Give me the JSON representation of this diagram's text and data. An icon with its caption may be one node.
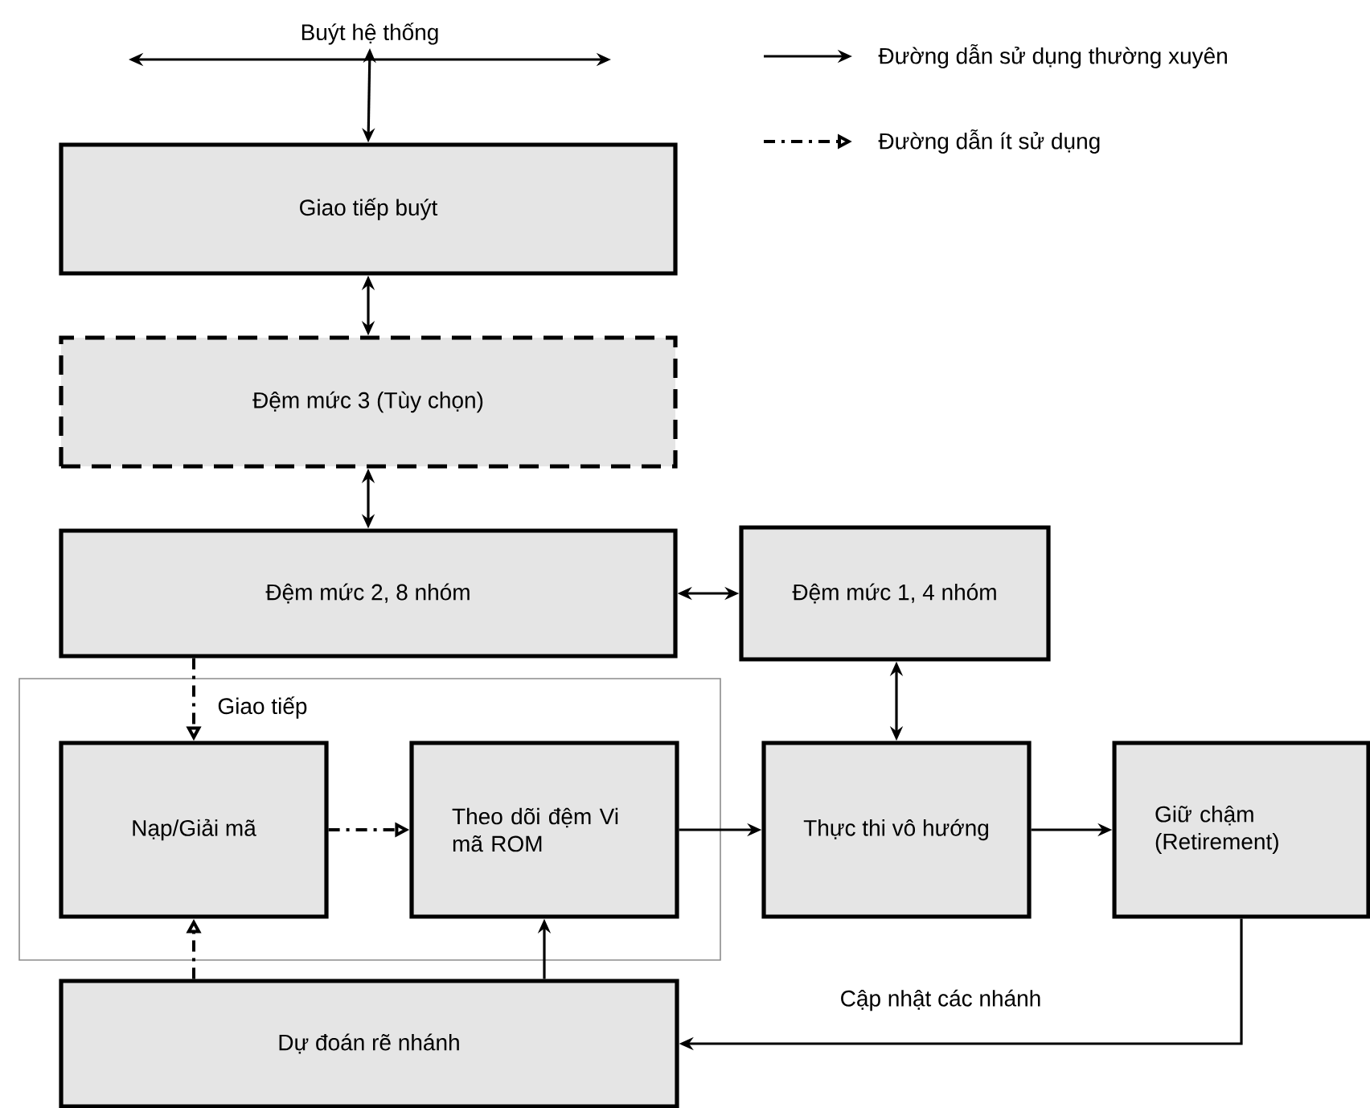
{
  "diagram": {
    "nodes": [
      {
        "text": [
          "Buýt hệ thống"
        ]
      },
      {
        "text": [
          "Giao tiếp buýt"
        ]
      },
      {
        "text": [
          "Đệm mức 3 (Tùy chọn)"
        ]
      },
      {
        "text": [
          "Đệm mức 2, 8 nhóm"
        ]
      },
      {
        "text": [
          "Đệm mức 1, 4 nhóm"
        ]
      },
      {
        "text": [
          "Giao tiếp"
        ]
      },
      {
        "text": [
          "Nạp/Giải mã"
        ],
        "in": 5
      },
      {
        "text": [
          "Theo dõi đệm Vi mã ROM"
        ],
        "in": 5
      },
      {
        "text": [
          "Thực thi vô hướng"
        ]
      },
      {
        "text": [
          "Giữ chậm (Retirement)"
        ]
      },
      {
        "text": [
          "Dự đoán rẽ nhánh"
        ]
      }
    ],
    "edges": [
      {
        "from": 0,
        "to": 1,
        "arrow": "both"
      },
      {
        "from": 1,
        "to": 2,
        "arrow": "both"
      },
      {
        "from": 2,
        "to": 3,
        "arrow": "both"
      },
      {
        "from": 3,
        "to": 4,
        "arrow": "both"
      },
      {
        "from": 3,
        "to": 6,
        "arrow": "to",
        "style": "dashed"
      },
      {
        "from": 6,
        "to": 7,
        "arrow": "to",
        "style": "dashed"
      },
      {
        "from": 4,
        "to": 8,
        "arrow": "both"
      },
      {
        "from": 7,
        "to": 8,
        "arrow": "to"
      },
      {
        "from": 8,
        "to": 9,
        "arrow": "to"
      },
      {
        "from": 9,
        "to": 10,
        "arrow": "to",
        "label": "Cập nhật các nhánh"
      },
      {
        "from": 10,
        "to": 6,
        "arrow": "to",
        "style": "dashed"
      },
      {
        "from": 10,
        "to": 7,
        "arrow": "to"
      }
    ],
    "legend": [
      {
        "text": "Đường dẫn sử dụng thường xuyên"
      },
      {
        "text": "Đường dẫn ít sử dụng"
      }
    ]
  }
}
